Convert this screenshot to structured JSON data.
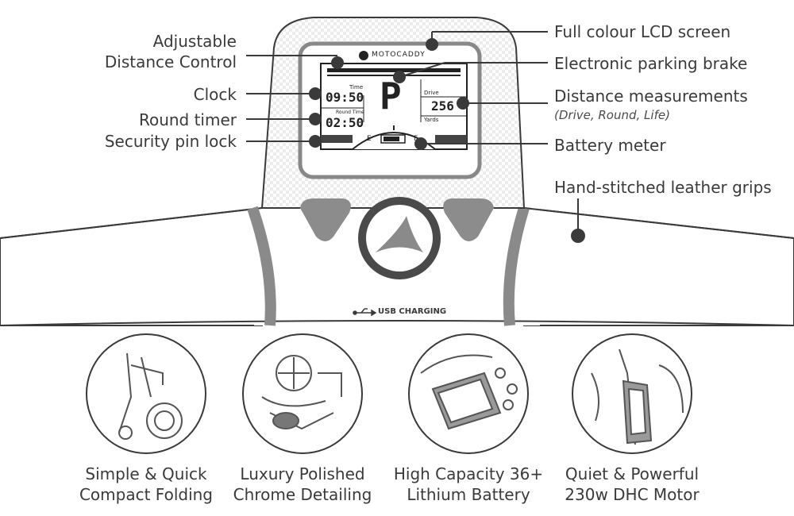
{
  "callouts": {
    "adjustable_distance_1": "Adjustable",
    "adjustable_distance_2": "Distance Control",
    "clock": "Clock",
    "round_timer": "Round timer",
    "security_pin": "Security pin lock",
    "lcd_screen": "Full colour LCD screen",
    "parking_brake": "Electronic parking brake",
    "distance_measurements": "Distance measurements",
    "distance_sub": "(Drive, Round, Life)",
    "battery_meter": "Battery meter",
    "leather_grips": "Hand-stitched leather grips"
  },
  "lcd": {
    "brand": "MOTOCADDY",
    "time_label": "Time",
    "time_value": "09:50",
    "round_label": "Round Time",
    "round_value": "02:50",
    "mode_letter": "P",
    "drive_label": "Drive",
    "drive_value": "256",
    "yards_label": "Yards",
    "battery_e": "E",
    "battery_f": "F"
  },
  "handle": {
    "usb_label": "USB CHARGING"
  },
  "features": [
    {
      "line1": "Simple & Quick",
      "line2": "Compact Folding",
      "icon": "folding-trolley-icon"
    },
    {
      "line1": "Luxury Polished",
      "line2": "Chrome Detailing",
      "icon": "chrome-wheel-icon"
    },
    {
      "line1": "High Capacity 36+",
      "line2": "Lithium Battery",
      "icon": "lithium-battery-icon"
    },
    {
      "line1": "Quiet & Powerful",
      "line2": "230w DHC Motor",
      "icon": "dhc-motor-icon"
    }
  ],
  "colors": {
    "line": "#3a3a3a",
    "dot": "#3a3a3a",
    "grip": "#8a8a8a",
    "button": "#8c8c8c"
  }
}
